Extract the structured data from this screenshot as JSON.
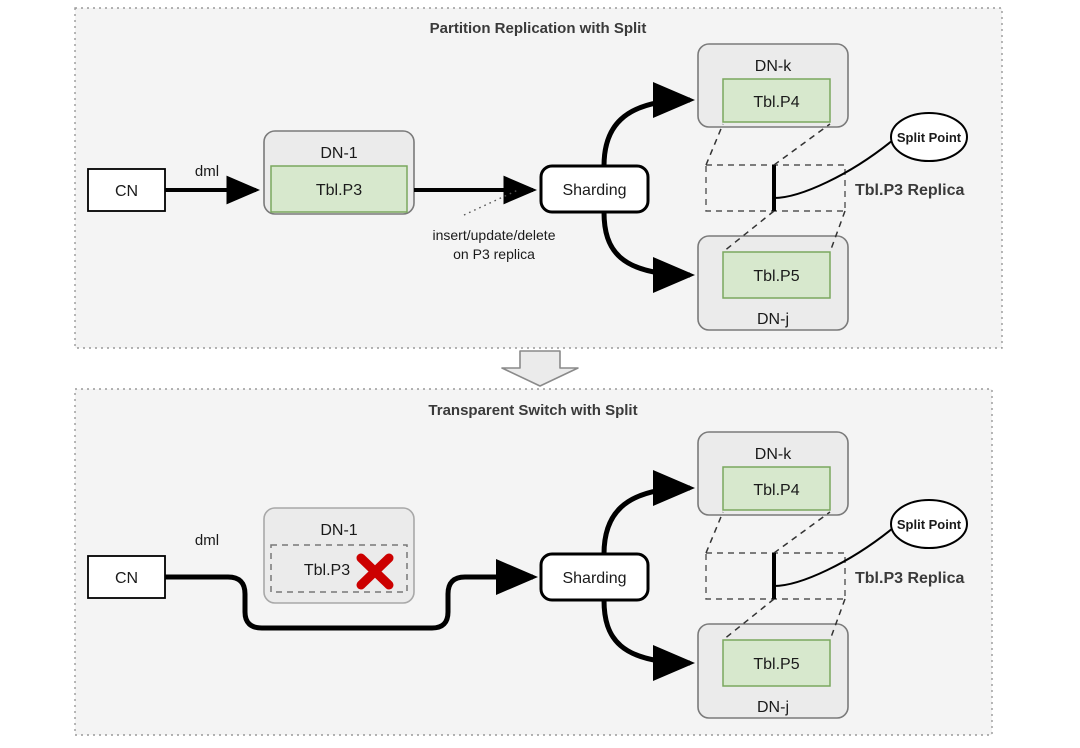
{
  "figure": {
    "background_color": "#ffffff",
    "panel_fill": "#f4f4f4",
    "panel_border_color": "#9a9a9a",
    "node_fill": "#ebebeb",
    "node_border_color": "#7a7a7a",
    "partition_fill": "#d7e8cd",
    "partition_border_color": "#7aa85e",
    "white_fill": "#ffffff",
    "stroke_color": "#000000",
    "error_color": "#cc0000",
    "transition_arrow_fill": "#ebebeb",
    "transition_arrow_border": "#8a8a8a"
  },
  "panels": [
    {
      "id": "partition-replication",
      "title": "Partition Replication with Split",
      "nodes": {
        "cn": "CN",
        "dn1": "DN-1",
        "dn1_partition": "Tbl.P3",
        "sharding": "Sharding",
        "dnk": "DN-k",
        "dnk_partition": "Tbl.P4",
        "dnj": "DN-j",
        "dnj_partition": "Tbl.P5",
        "split_point": "Split Point",
        "replica": "Tbl.P3  Replica"
      },
      "edges": {
        "dml": "dml",
        "annotation_line1": "insert/update/delete",
        "annotation_line2": "on P3 replica"
      }
    },
    {
      "id": "transparent-switch",
      "title": "Transparent Switch with Split",
      "nodes": {
        "cn": "CN",
        "dn1": "DN-1",
        "dn1_partition": "Tbl.P3",
        "dn1_partition_state": "unavailable",
        "sharding": "Sharding",
        "dnk": "DN-k",
        "dnk_partition": "Tbl.P4",
        "dnj": "DN-j",
        "dnj_partition": "Tbl.P5",
        "split_point": "Split Point",
        "replica": "Tbl.P3  Replica"
      },
      "edges": {
        "dml": "dml"
      }
    }
  ],
  "transition": {
    "icon": "down-block-arrow"
  }
}
